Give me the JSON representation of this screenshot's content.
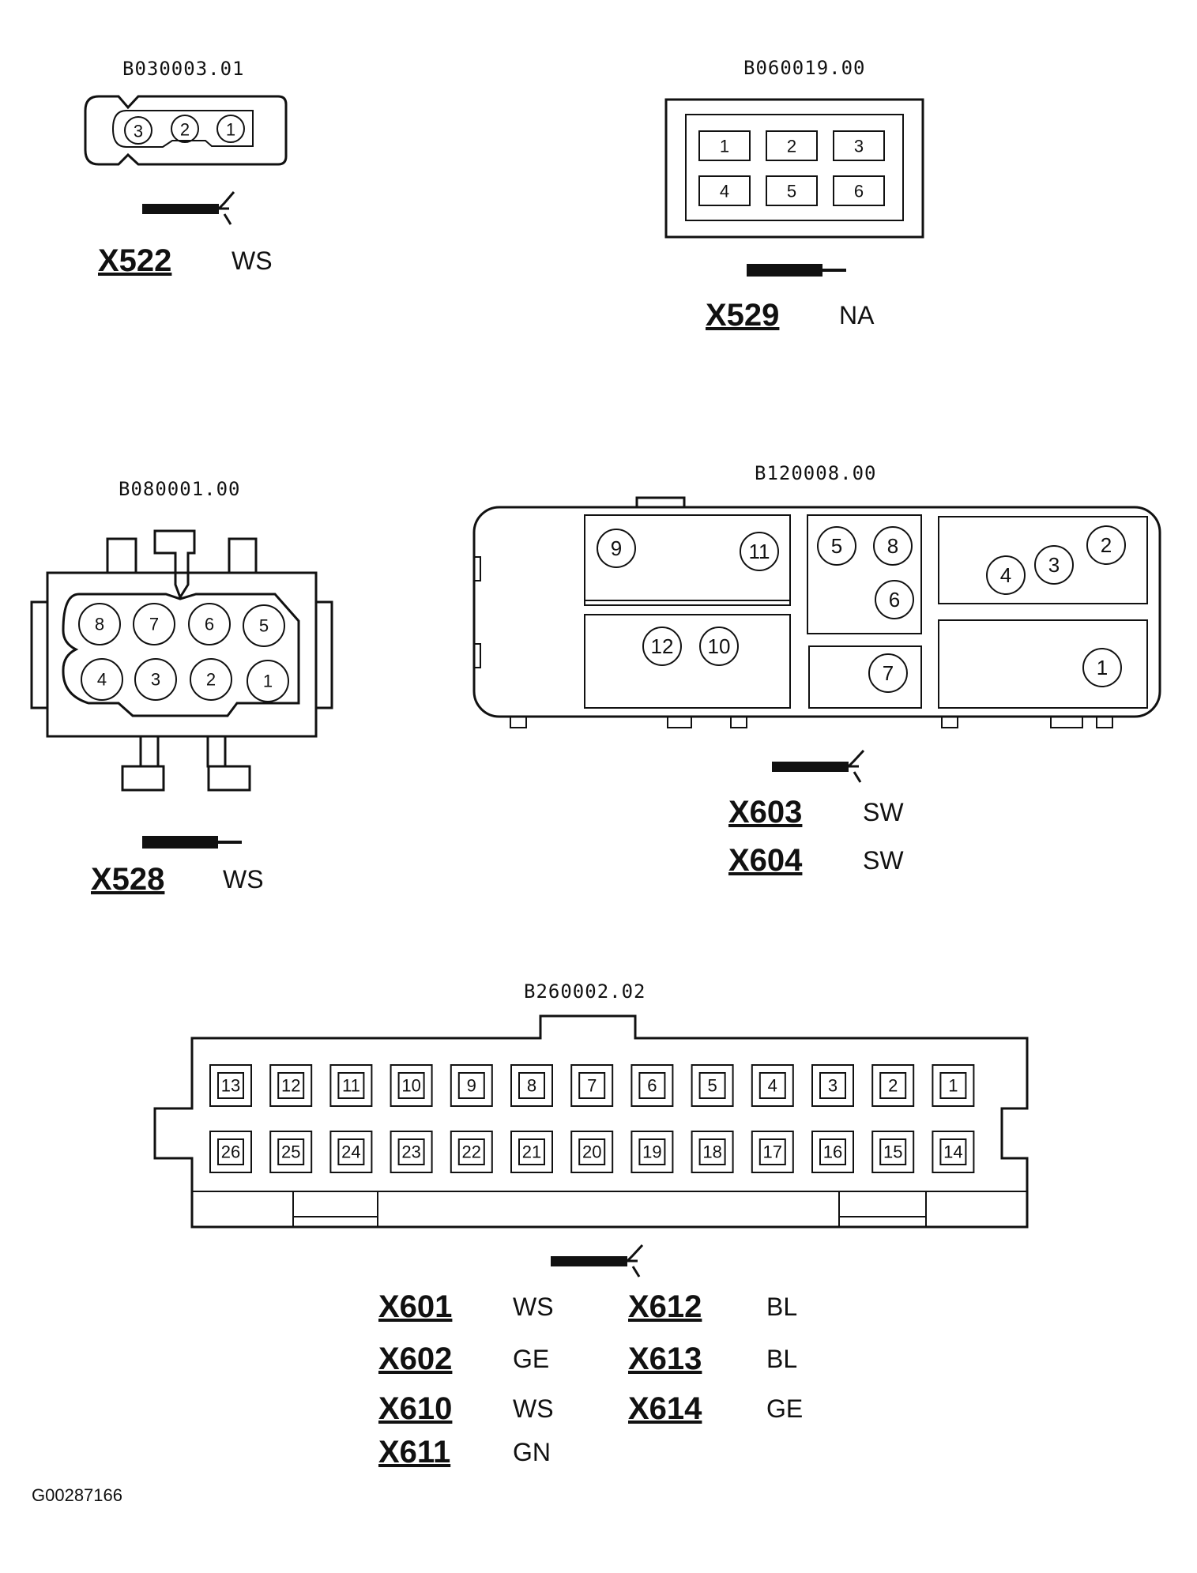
{
  "footer_code": "G00287166",
  "connectors": {
    "b030003": {
      "ref": "B030003.01",
      "pins": [
        "3",
        "2",
        "1"
      ],
      "terminal_icon": "socket-terminal-icon",
      "labels": [
        {
          "id": "X522",
          "color": "WS"
        }
      ]
    },
    "b060019": {
      "ref": "B060019.00",
      "pins": [
        "1",
        "2",
        "3",
        "4",
        "5",
        "6"
      ],
      "terminal_icon": "pin-terminal-icon",
      "labels": [
        {
          "id": "X529",
          "color": "NA"
        }
      ]
    },
    "b080001": {
      "ref": "B080001.00",
      "pins_top": [
        "8",
        "7",
        "6",
        "5"
      ],
      "pins_bottom": [
        "4",
        "3",
        "2",
        "1"
      ],
      "terminal_icon": "pin-terminal-icon",
      "labels": [
        {
          "id": "X528",
          "color": "WS"
        }
      ]
    },
    "b120008": {
      "ref": "B120008.00",
      "pins": [
        "9",
        "11",
        "5",
        "8",
        "6",
        "2",
        "4",
        "3",
        "12",
        "10",
        "7",
        "1"
      ],
      "terminal_icon": "socket-terminal-icon",
      "labels": [
        {
          "id": "X603",
          "color": "SW"
        },
        {
          "id": "X604",
          "color": "SW"
        }
      ]
    },
    "b260002": {
      "ref": "B260002.02",
      "pins_top": [
        "13",
        "12",
        "11",
        "10",
        "9",
        "8",
        "7",
        "6",
        "5",
        "4",
        "3",
        "2",
        "1"
      ],
      "pins_bottom": [
        "26",
        "25",
        "24",
        "23",
        "22",
        "21",
        "20",
        "19",
        "18",
        "17",
        "16",
        "15",
        "14"
      ],
      "terminal_icon": "socket-terminal-icon",
      "labels_left": [
        {
          "id": "X601",
          "color": "WS"
        },
        {
          "id": "X602",
          "color": "GE"
        },
        {
          "id": "X610",
          "color": "WS"
        },
        {
          "id": "X611",
          "color": "GN"
        }
      ],
      "labels_right": [
        {
          "id": "X612",
          "color": "BL"
        },
        {
          "id": "X613",
          "color": "BL"
        },
        {
          "id": "X614",
          "color": "GE"
        }
      ]
    }
  }
}
